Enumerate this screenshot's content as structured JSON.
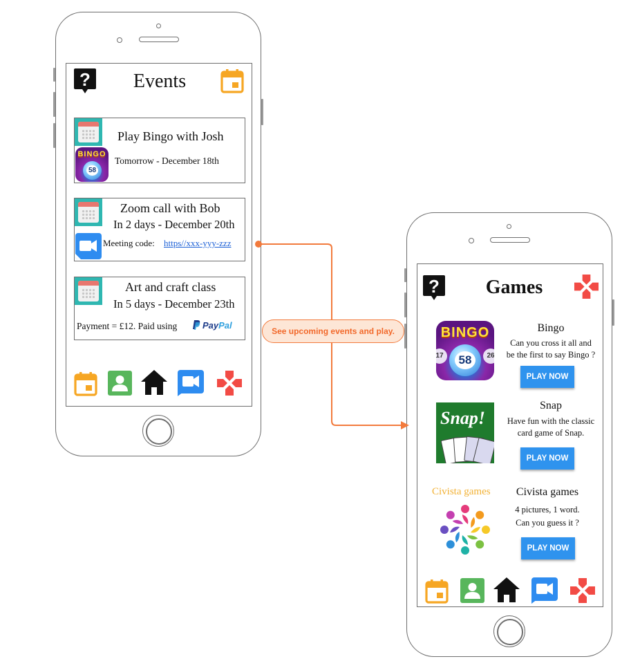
{
  "events_screen": {
    "title": "Events",
    "events": [
      {
        "title": "Play Bingo with Josh",
        "when": "Tomorrow - December 18th"
      },
      {
        "title": "Zoom call with Bob",
        "when": "In 2 days - December 20th",
        "code_label": "Meeting code:",
        "code_link": "https//xxx-yyy-zzz"
      },
      {
        "title": "Art and craft class",
        "when": "In 5 days - December 23th",
        "payment": "Payment = £12. Paid using",
        "payment_brand_1": "Pay",
        "payment_brand_2": "Pal"
      }
    ],
    "bingo_logo_text": "BINGO",
    "bingo_ball_number": "58"
  },
  "games_screen": {
    "title": "Games",
    "games": [
      {
        "name": "Bingo",
        "desc_line1": "Can you cross it all and",
        "desc_line2": "be the first to say Bingo ?",
        "button": "PLAY NOW"
      },
      {
        "name": "Snap",
        "desc_line1": "Have fun with the classic",
        "desc_line2": "card game of Snap.",
        "button": "PLAY NOW"
      },
      {
        "name": "Civista games",
        "desc_line1": "4 pictures, 1 word.",
        "desc_line2": "Can you guess it ?",
        "button": "PLAY NOW"
      }
    ],
    "bingo_logo_text": "BINGO",
    "bingo_ball_number": "58",
    "bingo_side_left": "17",
    "bingo_side_right": "26",
    "snap_logo_text": "Snap!",
    "civista_label": "Civista games"
  },
  "annotation": {
    "callout": "See upcoming events and play."
  },
  "colors": {
    "accent_orange": "#f6a623",
    "contacts_green": "#58b65c",
    "video_blue": "#2e8cf0",
    "games_red": "#f24b45",
    "play_button_blue": "#2f93ee",
    "connector_orange": "#f27a3c"
  },
  "nav_icons": [
    "calendar-icon",
    "contact-icon",
    "home-icon",
    "video-call-icon",
    "gamepad-icon"
  ]
}
